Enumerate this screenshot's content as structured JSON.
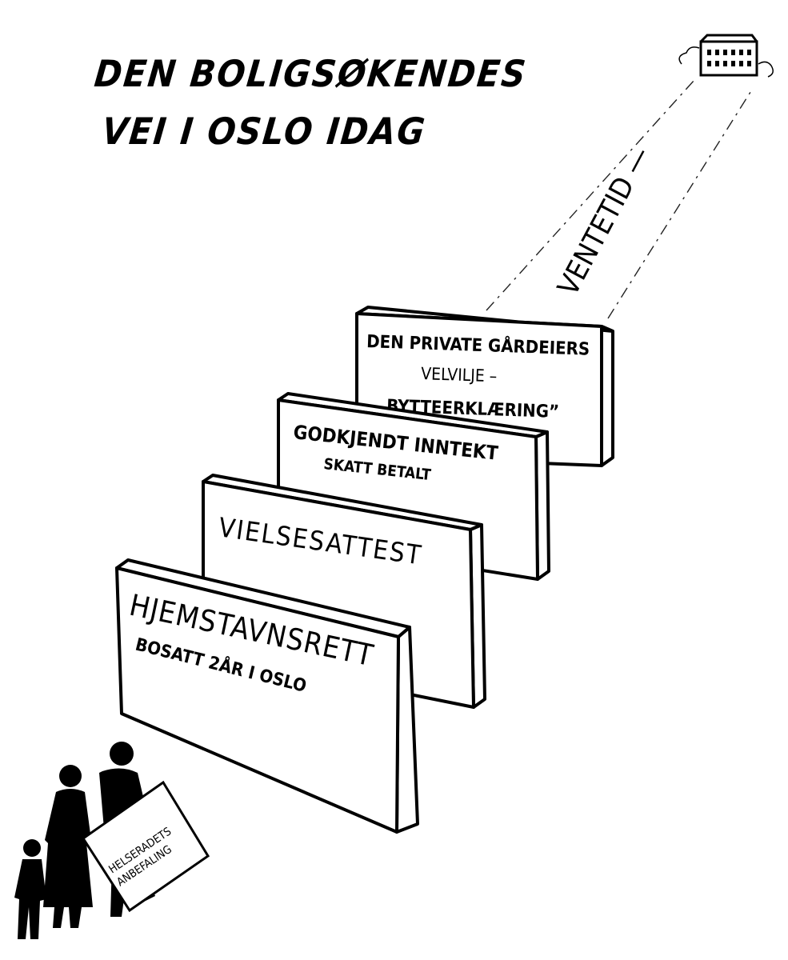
{
  "title": {
    "line1": "DEN BOLIGSØKENDES",
    "line2": "VEI I OSLO IDAG"
  },
  "road": {
    "label": "VENTETID —"
  },
  "walls": [
    {
      "line1": "DEN PRIVATE GÅRDEIERS",
      "line2": "VELVILJE –",
      "line3": "„BYTTEERKLÆRING”"
    },
    {
      "line1": "GODKJENDT INNTEKT",
      "line2": "SKATT BETALT"
    },
    {
      "line1": "VIELSESATTEST"
    },
    {
      "line1": "HJEMSTAVNSRETT",
      "line2": "BOSATT 2ÅR I OSLO"
    }
  ],
  "sign": {
    "line1": "HELSERADETS",
    "line2": "ANBEFALING"
  }
}
